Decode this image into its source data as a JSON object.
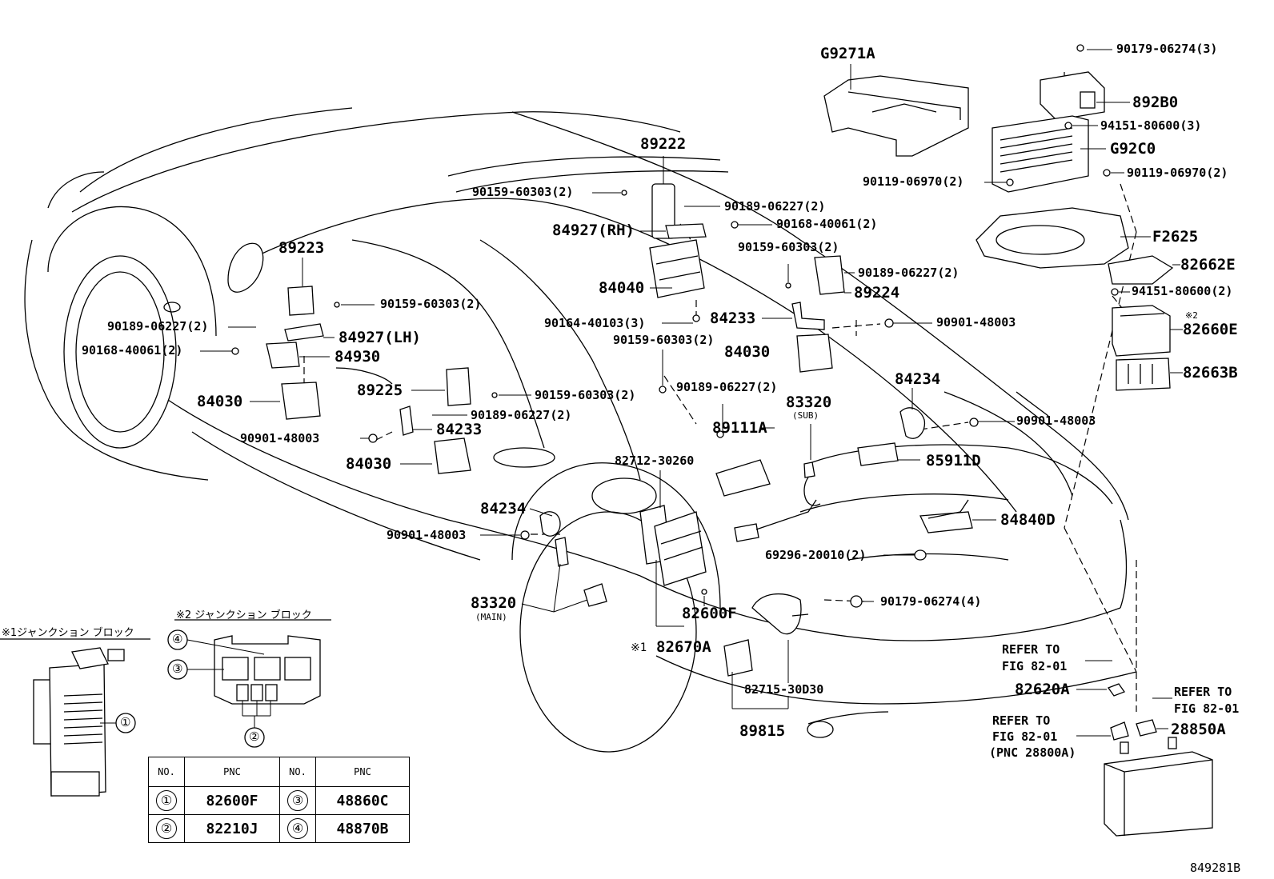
{
  "labels": {
    "g9271a": "G9271A",
    "p90179_06274_3": "90179-06274(3)",
    "p892b0": "892B0",
    "p94151_80600_3": "94151-80600(3)",
    "g92c0": "G92C0",
    "p90119_06970_left": "90119-06970(2)",
    "p90119_06970_right": "90119-06970(2)",
    "f2625": "F2625",
    "p82662e": "82662E",
    "p94151_80600_2": "94151-80600(2)",
    "note2_mark": "※2",
    "p82660e": "82660E",
    "p82663b": "82663B",
    "p89222": "89222",
    "p90159_60303_a": "90159-60303(2)",
    "p90189_06227_a": "90189-06227(2)",
    "p84927rh": "84927(RH)",
    "p90168_40061_a": "90168-40061(2)",
    "p90159_60303_b": "90159-60303(2)",
    "p84040": "84040",
    "p90189_06227_b": "90189-06227(2)",
    "p89224": "89224",
    "p89223": "89223",
    "p90159_60303_c": "90159-60303(2)",
    "p90189_06227_c": "90189-06227(2)",
    "p84927lh": "84927(LH)",
    "p90168_40061_b": "90168-40061(2)",
    "p84930": "84930",
    "p84030_a": "84030",
    "p89225": "89225",
    "p90159_60303_d": "90159-60303(2)",
    "p90189_06227_d": "90189-06227(2)",
    "p90901_48003_a": "90901-48003",
    "p84233_a": "84233",
    "p84030_b": "84030",
    "p90164_40103": "90164-40103(3)",
    "p84233_b": "84233",
    "p90901_48003_b": "90901-48003",
    "p90159_60303_e": "90159-60303(2)",
    "p84030_c": "84030",
    "p90189_06227_e": "90189-06227(2)",
    "p84234_a": "84234",
    "p83320_sub": "83320",
    "sub_note": "(SUB)",
    "p89111a": "89111A",
    "p90901_48003_c": "90901-48003",
    "p82712_30260": "82712-30260",
    "p85911d": "85911D",
    "p84234_b": "84234",
    "p90901_48003_d": "90901-48003",
    "p84840d": "84840D",
    "p69296_20010": "69296-20010(2)",
    "p83320_main": "83320",
    "main_note": "(MAIN)",
    "p82600f": "82600F",
    "p90179_06274_4": "90179-06274(4)",
    "note1_mark": "※1",
    "p82670a": "82670A",
    "p82715_30d30": "82715-30D30",
    "p89815": "89815",
    "refer1_a": "REFER TO",
    "refer1_b": "FIG 82-01",
    "p82620a": "82620A",
    "refer2_a": "REFER TO",
    "refer2_b": "FIG 82-01",
    "refer3_a": "REFER TO",
    "refer3_b": "FIG 82-01",
    "refer3_c": "(PNC 28800A)",
    "p28850a": "28850A",
    "figure_id": "849281B"
  },
  "inset1": {
    "title": "※1ジャンクション ブロック",
    "callout": "①"
  },
  "inset2": {
    "title": "※2 ジャンクション ブロック",
    "callouts": [
      "④",
      "③",
      "②"
    ]
  },
  "table": {
    "headers": [
      "NO.",
      "PNC",
      "NO.",
      "PNC"
    ],
    "rows": [
      {
        "no1": "①",
        "pnc1": "82600F",
        "no2": "③",
        "pnc2": "48860C"
      },
      {
        "no1": "②",
        "pnc1": "82210J",
        "no2": "④",
        "pnc2": "48870B"
      }
    ]
  }
}
